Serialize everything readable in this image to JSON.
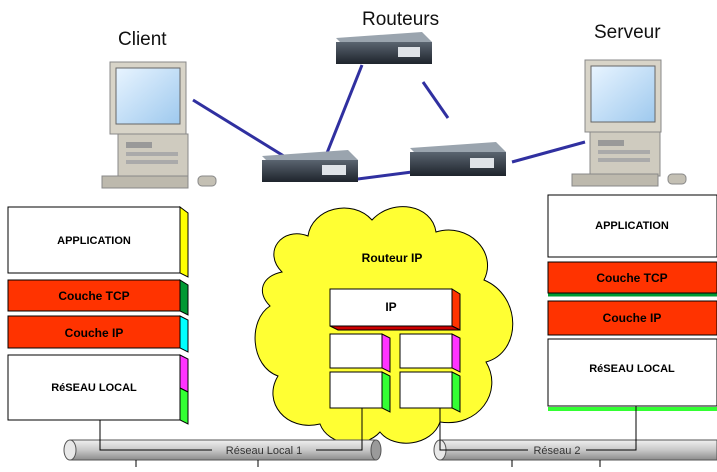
{
  "titles": {
    "client": "Client",
    "routers": "Routeurs",
    "server": "Serveur"
  },
  "client_stack": {
    "application": "APPLICATION",
    "tcp": "Couche TCP",
    "ip": "Couche IP",
    "local": "RéSEAU LOCAL"
  },
  "server_stack": {
    "application": "APPLICATION",
    "tcp": "Couche TCP",
    "ip": "Couche IP",
    "local": "RéSEAU LOCAL"
  },
  "router_cloud": {
    "title": "Routeur IP",
    "ip": "IP"
  },
  "networks": {
    "left": "Réseau Local 1",
    "right": "Réseau 2"
  },
  "colors": {
    "link": "#3030a0",
    "cloud": "#ffff33",
    "layer_red": "#ff3300",
    "accent_yellow": "#ffff00",
    "accent_green": "#00aa00",
    "accent_cyan": "#00ffff",
    "accent_magenta": "#ff33ff",
    "accent_lime": "#33ff33"
  }
}
